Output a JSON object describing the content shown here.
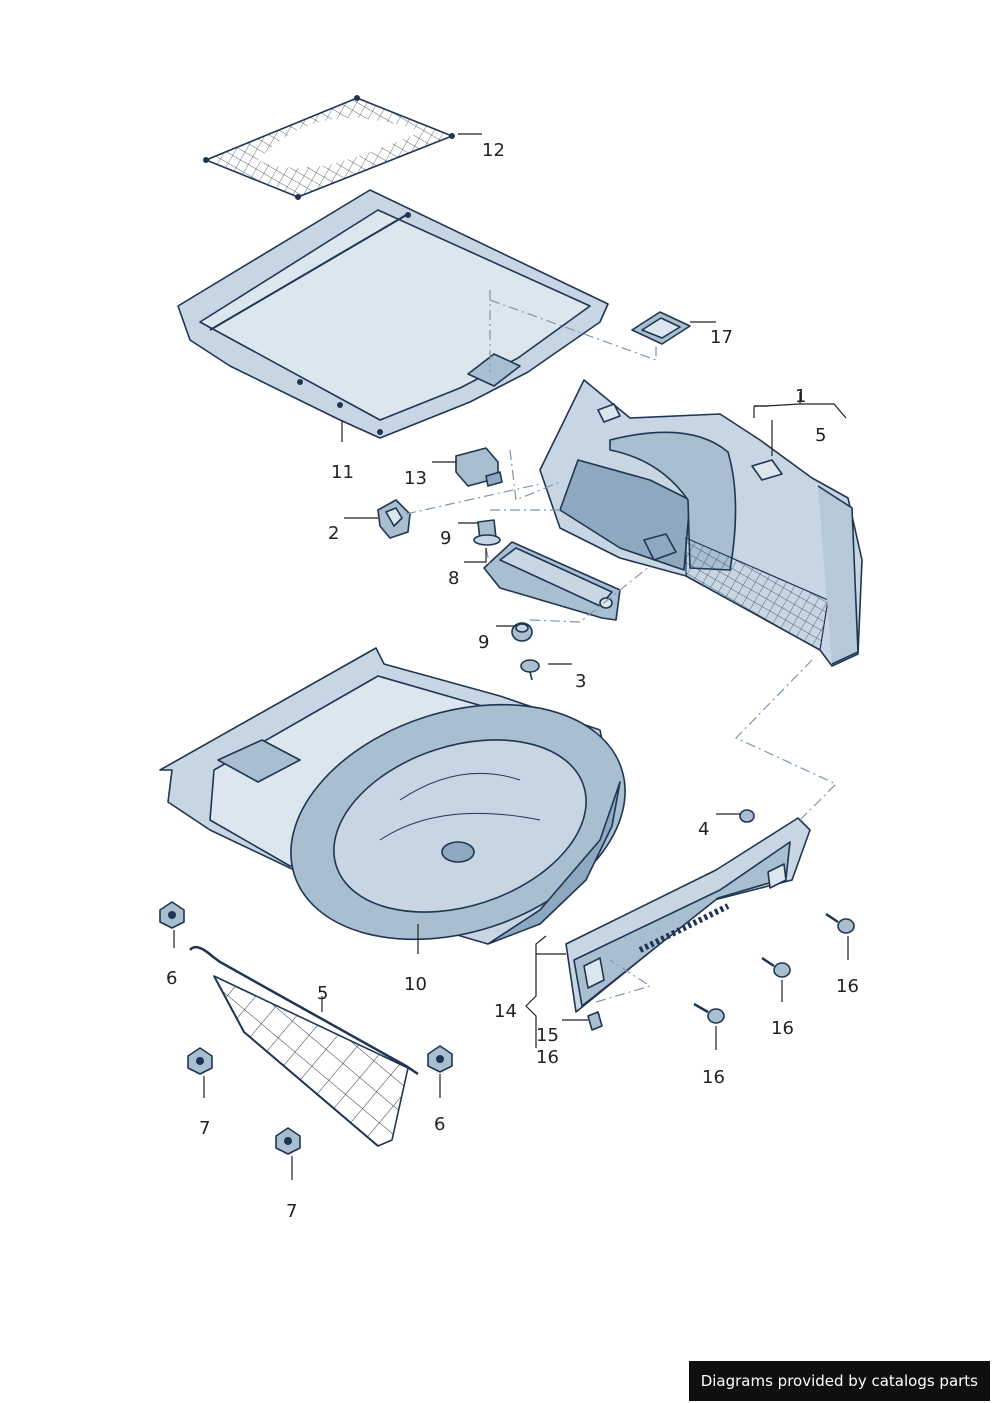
{
  "colors": {
    "part_light": "#c7d6e2",
    "part_mid": "#a9bfd0",
    "part_dark": "#8ea9bf",
    "outline": "#1f3552",
    "credit_bg": "#0f0f12"
  },
  "callouts": {
    "c1": "1",
    "c2": "2",
    "c3": "3",
    "c4": "4",
    "c5a": "5",
    "c5b": "5",
    "c6a": "6",
    "c6b": "6",
    "c7a": "7",
    "c7b": "7",
    "c8": "8",
    "c9a": "9",
    "c9b": "9",
    "c10": "10",
    "c11": "11",
    "c12": "12",
    "c13": "13",
    "c14": "14",
    "c15": "15",
    "c16a": "16",
    "c16b": "16",
    "c16c": "16",
    "c16d": "16",
    "c17": "17"
  },
  "footer": {
    "credit": "Diagrams provided by catalogs parts"
  }
}
